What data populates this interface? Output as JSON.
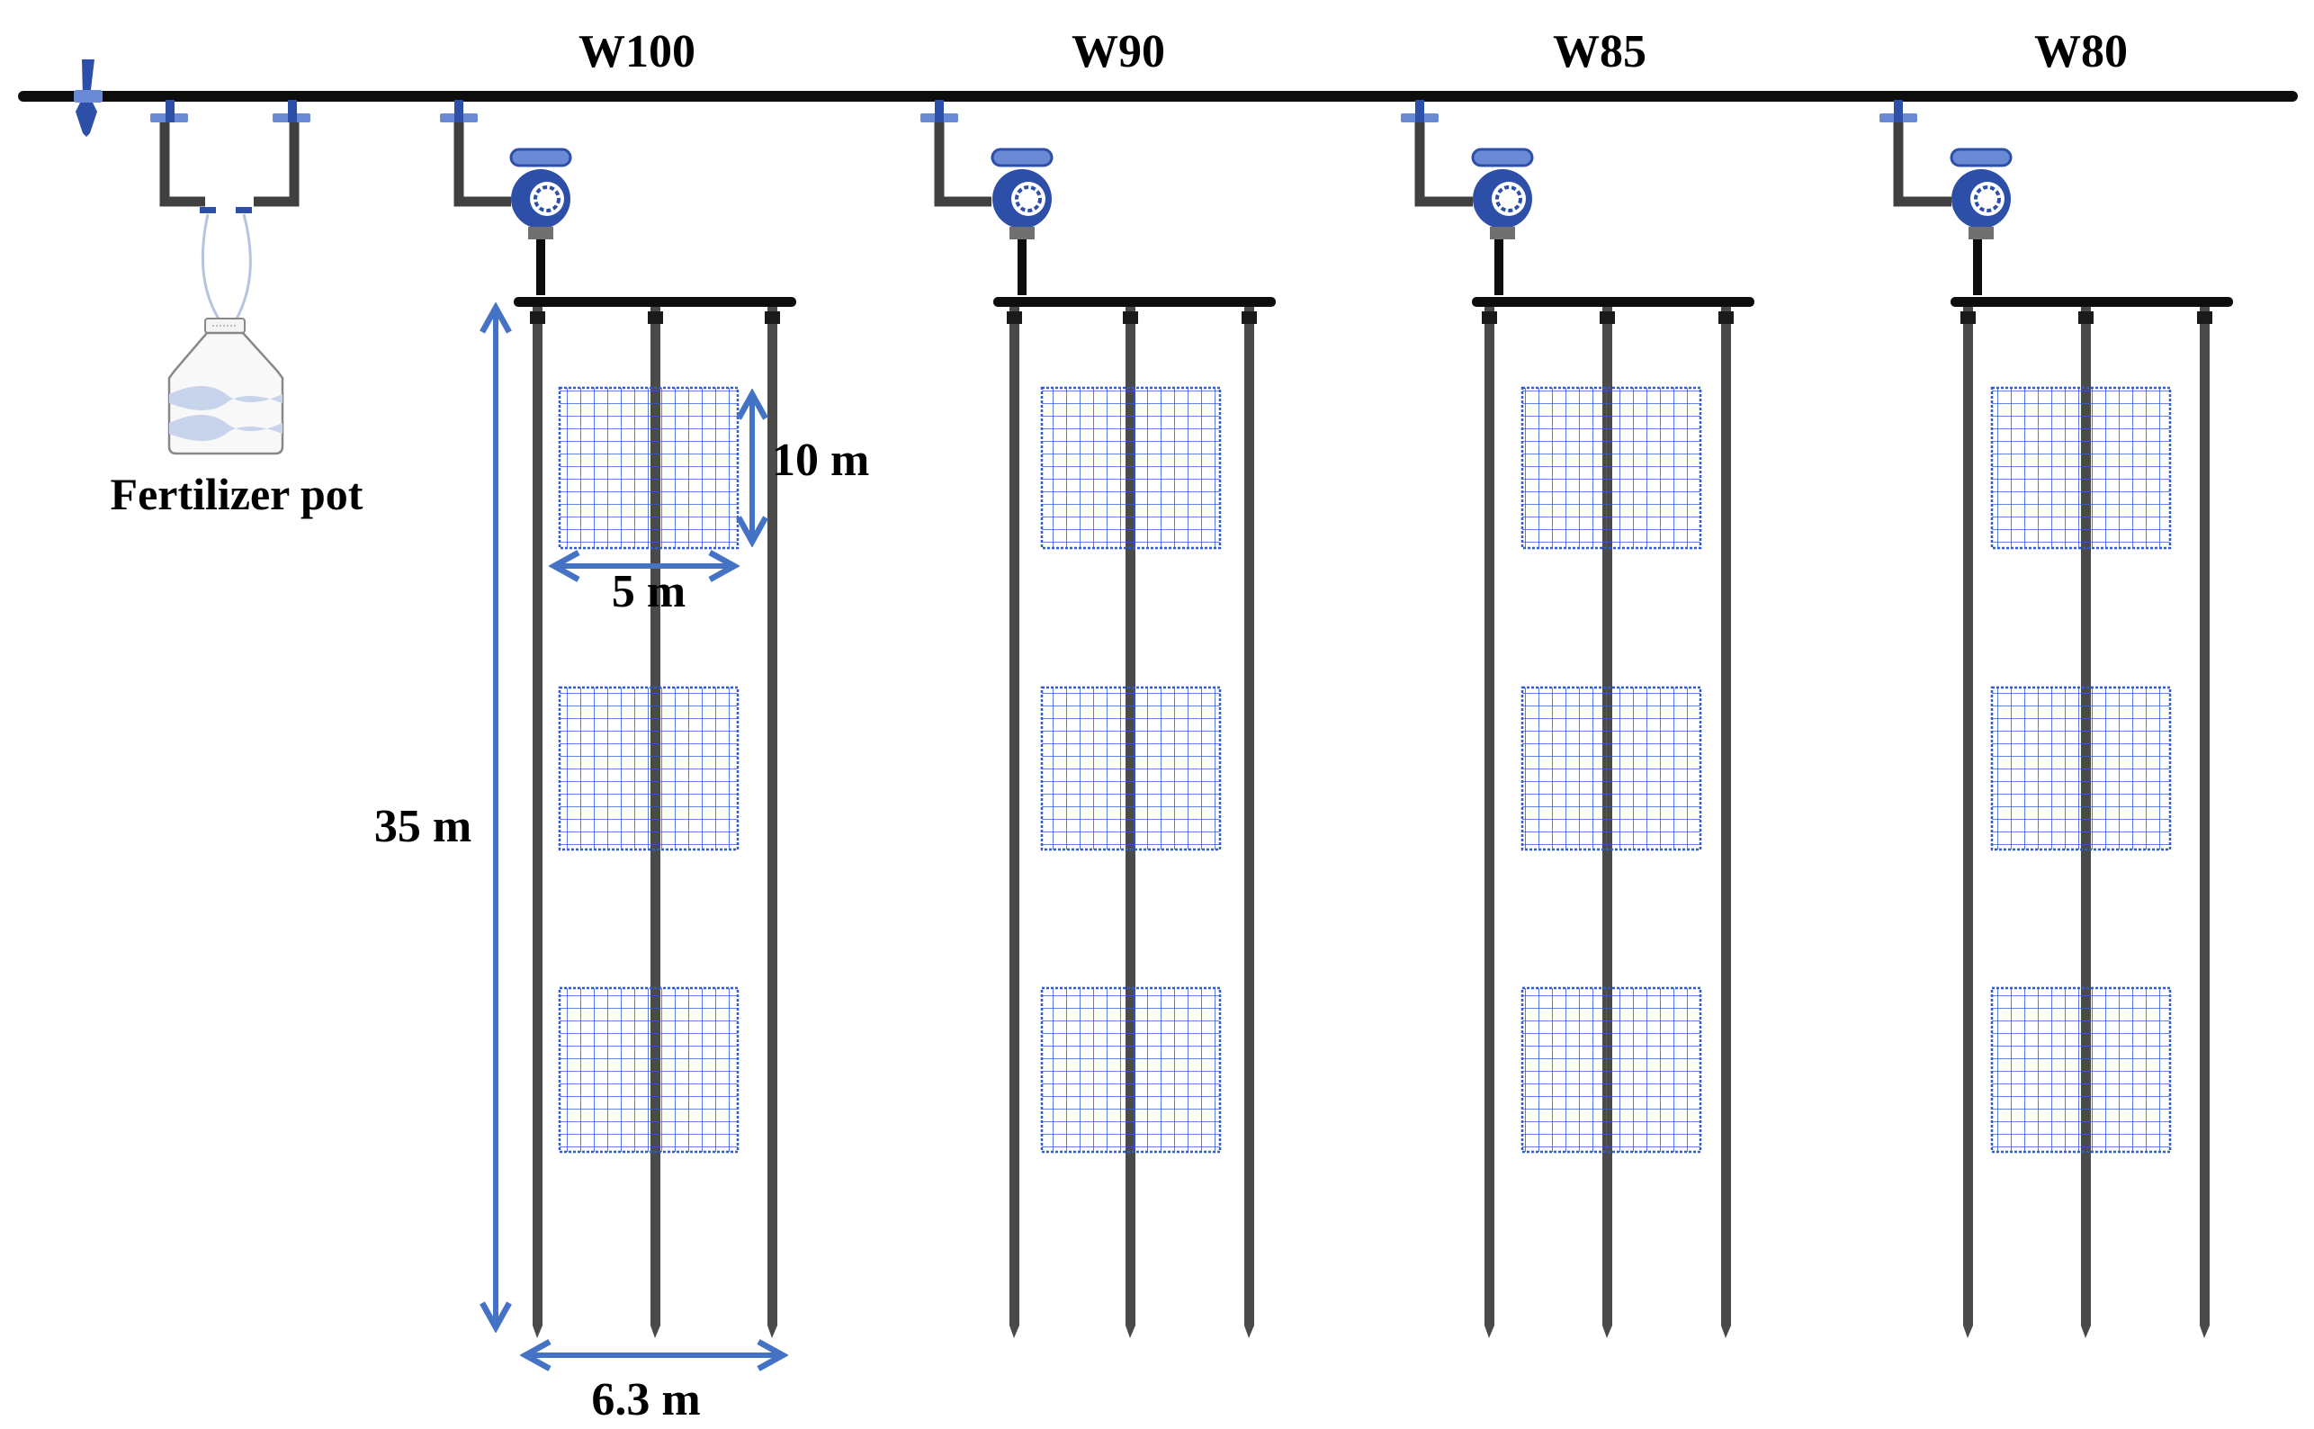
{
  "treatments": [
    {
      "label": "W100"
    },
    {
      "label": "W90"
    },
    {
      "label": "W85"
    },
    {
      "label": "W80"
    }
  ],
  "labels": {
    "fertilizer": "Fertilizer pot",
    "plot_height": "10 m",
    "plot_width": "5 m",
    "field_length": "35 m",
    "field_width": "6.3 m"
  },
  "colors": {
    "pipe": "#0d0d0d",
    "lateral": "#4a4a4a",
    "valve": "#2e4fa8",
    "valve_light": "#6a8ad6",
    "grid": "#2f5bd6",
    "dimension_arrow": "#4472c4",
    "jug_liquid": "#c8d4ec",
    "jug_stroke": "#888888"
  },
  "icons": {
    "inlet": "inlet-valve-icon",
    "tee": "tee-valve-icon",
    "meter": "water-meter-icon",
    "jug": "fertilizer-jug-icon"
  }
}
